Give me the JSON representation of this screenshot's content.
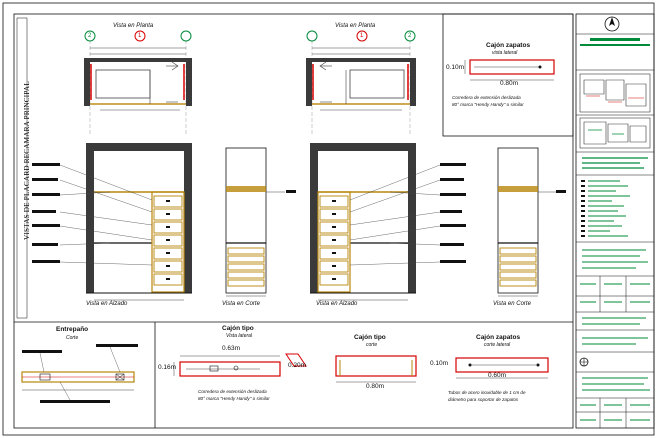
{
  "sheet": {
    "vertical_title": "VISTAS DE PLACARD RECAMARA PRINCIPAL"
  },
  "top_views": {
    "left_plan_title": "Vista en Planta",
    "right_plan_title": "Vista en Planta",
    "axis_labels": [
      "2",
      "1",
      "2",
      "1"
    ]
  },
  "elevations": {
    "left_elevation": "Vista en Alzado",
    "left_section": "Vista en Corte",
    "right_elevation": "Vista en Alzado",
    "right_section": "Vista en Corte"
  },
  "zapatero_top": {
    "title": "Cajón zapatos",
    "subtitle": "vista lateral",
    "dim_h": "0.10m",
    "dim_w": "0.80m",
    "note_1": "Corredera de extensión deslizada",
    "note_2": "80° marca \"Hendy Handy\" o similar"
  },
  "bottom": {
    "extrapaño_title": "Entrepaño",
    "extrapaño_sub": "Corte",
    "cajon_tipo_title": "Cajón tipo",
    "cajon_tipo_sub": "Vista lateral",
    "cajon_tipo_w": "0.63m",
    "cajon_tipo_h": "0.16m",
    "cajon_tipo_d": "0.20m",
    "cajon_tipo_note_1": "Corredera de extensión deslizada",
    "cajon_tipo_note_2": "80° marca \"Hendy Handy\" o similar",
    "cajon_corte_title": "Cajón tipo",
    "cajon_corte_sub": "corte",
    "cajon_corte_w": "0.80m",
    "zap2_title": "Cajón zapatos",
    "zap2_sub": "corte lateral",
    "zap2_h": "0.10m",
    "zap2_w": "0.60m",
    "zap2_note_1": "Tubos de acero inoxidable de 1 cm de",
    "zap2_note_2": "diámetro para soportar de zapatos"
  },
  "colors": {
    "frame": "#111111",
    "wood": "#b8860b",
    "wall": "#3a3a3a",
    "accent_red": "#d40000",
    "accent_green": "#008a3a",
    "dim": "#444444"
  }
}
